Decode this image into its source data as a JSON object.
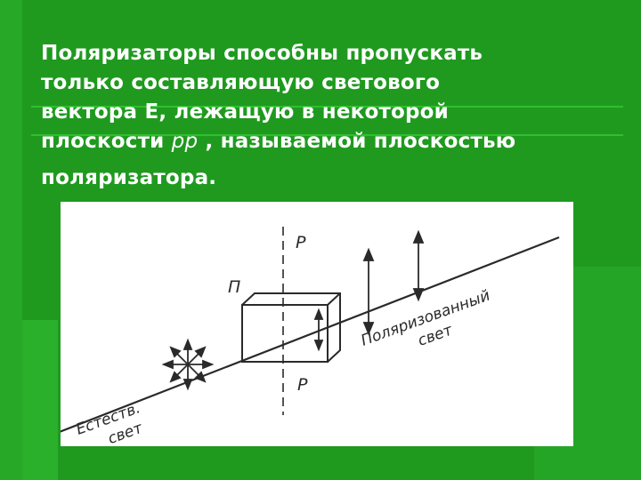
{
  "slide": {
    "text": {
      "line1": "Поляризаторы   способны пропускать",
      "line2": "только составляющую светового",
      "line3": "вектора Е, лежащую в некоторой",
      "line4_a": "плоскости ",
      "line4_b": "pp",
      "line4_c": " , называемой плоскостью",
      "line5": "поляризатора."
    },
    "figure": {
      "label_top_p": "P",
      "label_bottom_p": "P",
      "label_polarizer": "П",
      "label_natural_1": "Естеств.",
      "label_natural_2": "свет",
      "label_polarized_1": "Поляризованный",
      "label_polarized_2": "свет"
    },
    "colors": {
      "background": "#1f9a1f",
      "stripe": "#2fb82f",
      "text": "#ffffff",
      "ink": "#2a2a2a"
    }
  }
}
